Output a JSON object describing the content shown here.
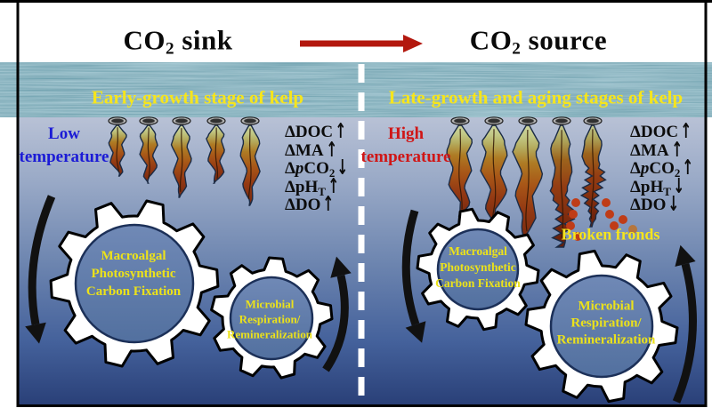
{
  "header": {
    "sink": {
      "base": "CO",
      "sub": "2",
      "rest": " sink"
    },
    "source": {
      "base": "CO",
      "sub": "2",
      "rest": " source"
    }
  },
  "surface": {
    "left_stage": "Early-growth stage of kelp",
    "right_stage": "Late-growth and aging stages of kelp"
  },
  "left_panel": {
    "temperature": {
      "line1": "Low",
      "line2": "temperature"
    },
    "metrics": [
      {
        "parts": [
          {
            "t": "ΔDOC"
          }
        ],
        "arrow": "up"
      },
      {
        "parts": [
          {
            "t": "ΔMA"
          }
        ],
        "arrow": "up"
      },
      {
        "parts": [
          {
            "t": "Δ"
          },
          {
            "t": "p",
            "style": "it"
          },
          {
            "t": "CO"
          },
          {
            "t": "2",
            "style": "sb"
          }
        ],
        "arrow": "down"
      },
      {
        "parts": [
          {
            "t": "ΔpH"
          },
          {
            "t": "T",
            "style": "sb"
          }
        ],
        "arrow": "up"
      },
      {
        "parts": [
          {
            "t": "ΔDO"
          }
        ],
        "arrow": "up"
      }
    ],
    "gear_large": {
      "lines": [
        "Macroalgal",
        "Photosynthetic",
        "Carbon Fixation"
      ]
    },
    "gear_small": {
      "lines": [
        "Microbial",
        "Respiration/",
        "Remineralization"
      ]
    }
  },
  "right_panel": {
    "temperature": {
      "line1": "High",
      "line2": "temperature"
    },
    "metrics": [
      {
        "parts": [
          {
            "t": "ΔDOC"
          }
        ],
        "arrow": "up"
      },
      {
        "parts": [
          {
            "t": "ΔMA"
          }
        ],
        "arrow": "up"
      },
      {
        "parts": [
          {
            "t": "Δ"
          },
          {
            "t": "p",
            "style": "it"
          },
          {
            "t": "CO"
          },
          {
            "t": "2",
            "style": "sb"
          }
        ],
        "arrow": "up"
      },
      {
        "parts": [
          {
            "t": "ΔpH"
          },
          {
            "t": "T",
            "style": "sb"
          }
        ],
        "arrow": "down"
      },
      {
        "parts": [
          {
            "t": "ΔDO"
          }
        ],
        "arrow": "down"
      }
    ],
    "gear_small": {
      "lines": [
        "Macroalgal",
        "Photosynthetic",
        "Carbon Fixation"
      ]
    },
    "gear_large": {
      "lines": [
        "Microbial",
        "Respiration/",
        "Remineralization"
      ]
    },
    "broken_fronds_label": "Broken fronds"
  },
  "colors": {
    "stage_label_yellow": "#f6e51c",
    "gear_label_yellow": "#ece21a",
    "low_temp_blue": "#1b1bd6",
    "high_temp_red": "#d01616",
    "transition_arrow_red": "#b3180e"
  }
}
